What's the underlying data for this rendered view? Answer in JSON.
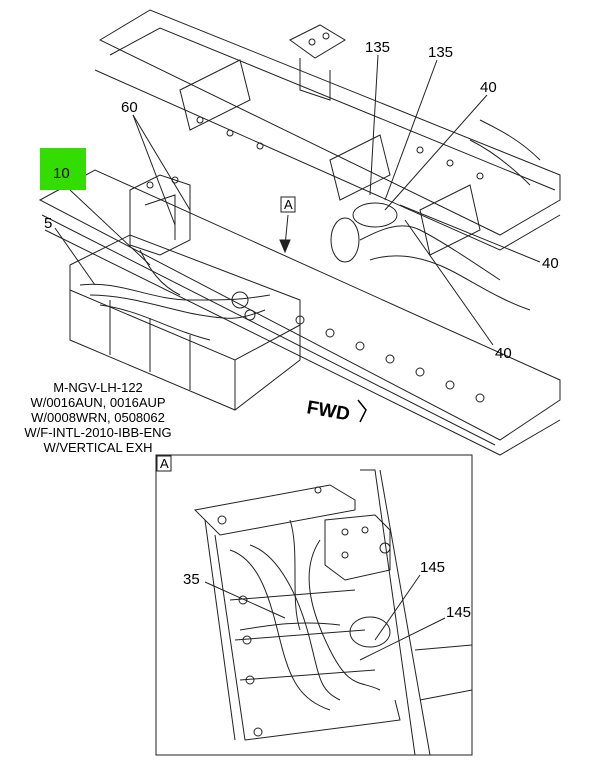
{
  "callouts": {
    "c10": "10",
    "c5": "5",
    "c60": "60",
    "c135a": "135",
    "c135b": "135",
    "c40a": "40",
    "c40b": "40",
    "c40c": "40",
    "c35": "35",
    "c145a": "145",
    "c145b": "145"
  },
  "highlight_color": "#33dd00",
  "view_marker": "A",
  "detail_marker": "A",
  "fwd_label": "FWD",
  "caption_lines": [
    "M-NGV-LH-122",
    "W/0016AUN, 0016AUP",
    "W/0008WRN, 0508062",
    "W/F-INTL-2010-IBB-ENG",
    "W/VERTICAL EXH"
  ]
}
